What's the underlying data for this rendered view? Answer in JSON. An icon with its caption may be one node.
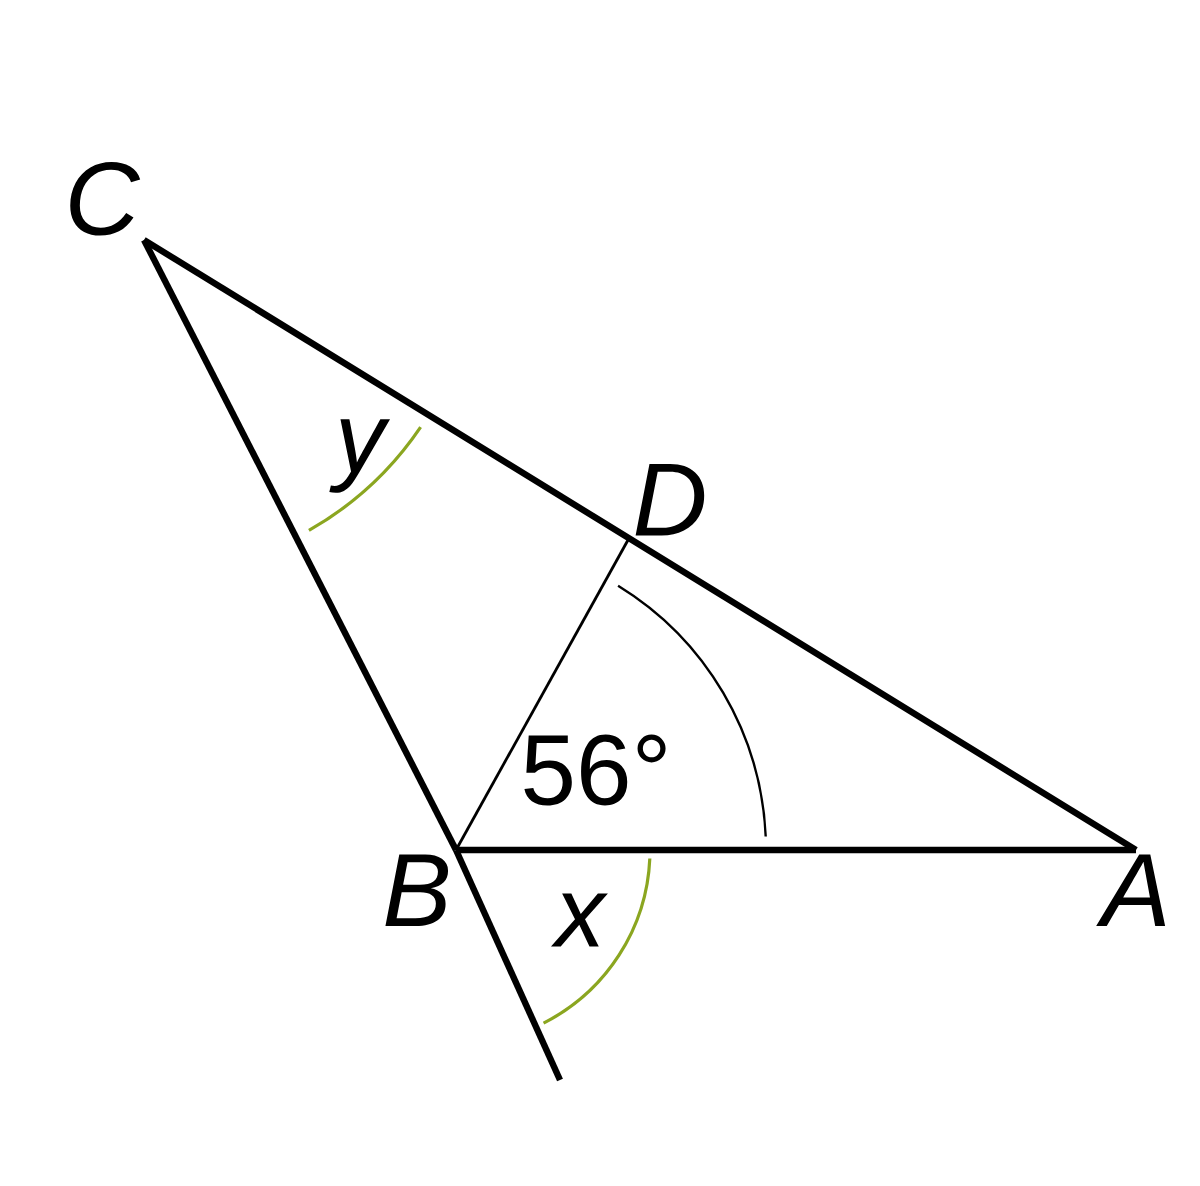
{
  "diagram": {
    "nodes": [
      {
        "text": [
          "C"
        ]
      },
      {
        "text": [
          "D"
        ]
      },
      {
        "text": [
          "B"
        ]
      },
      {
        "text": [
          "A"
        ]
      }
    ],
    "edges": [
      {
        "from": 0,
        "to": 3,
        "arrow": "none"
      },
      {
        "from": 0,
        "to": 2,
        "arrow": "none"
      },
      {
        "from": 2,
        "to": 3,
        "arrow": "none"
      },
      {
        "from": 2,
        "to": 1,
        "arrow": "none"
      },
      {
        "from": 2,
        "to": null,
        "arrow": "none"
      }
    ],
    "labels": [
      "y",
      "56°",
      "x"
    ]
  }
}
